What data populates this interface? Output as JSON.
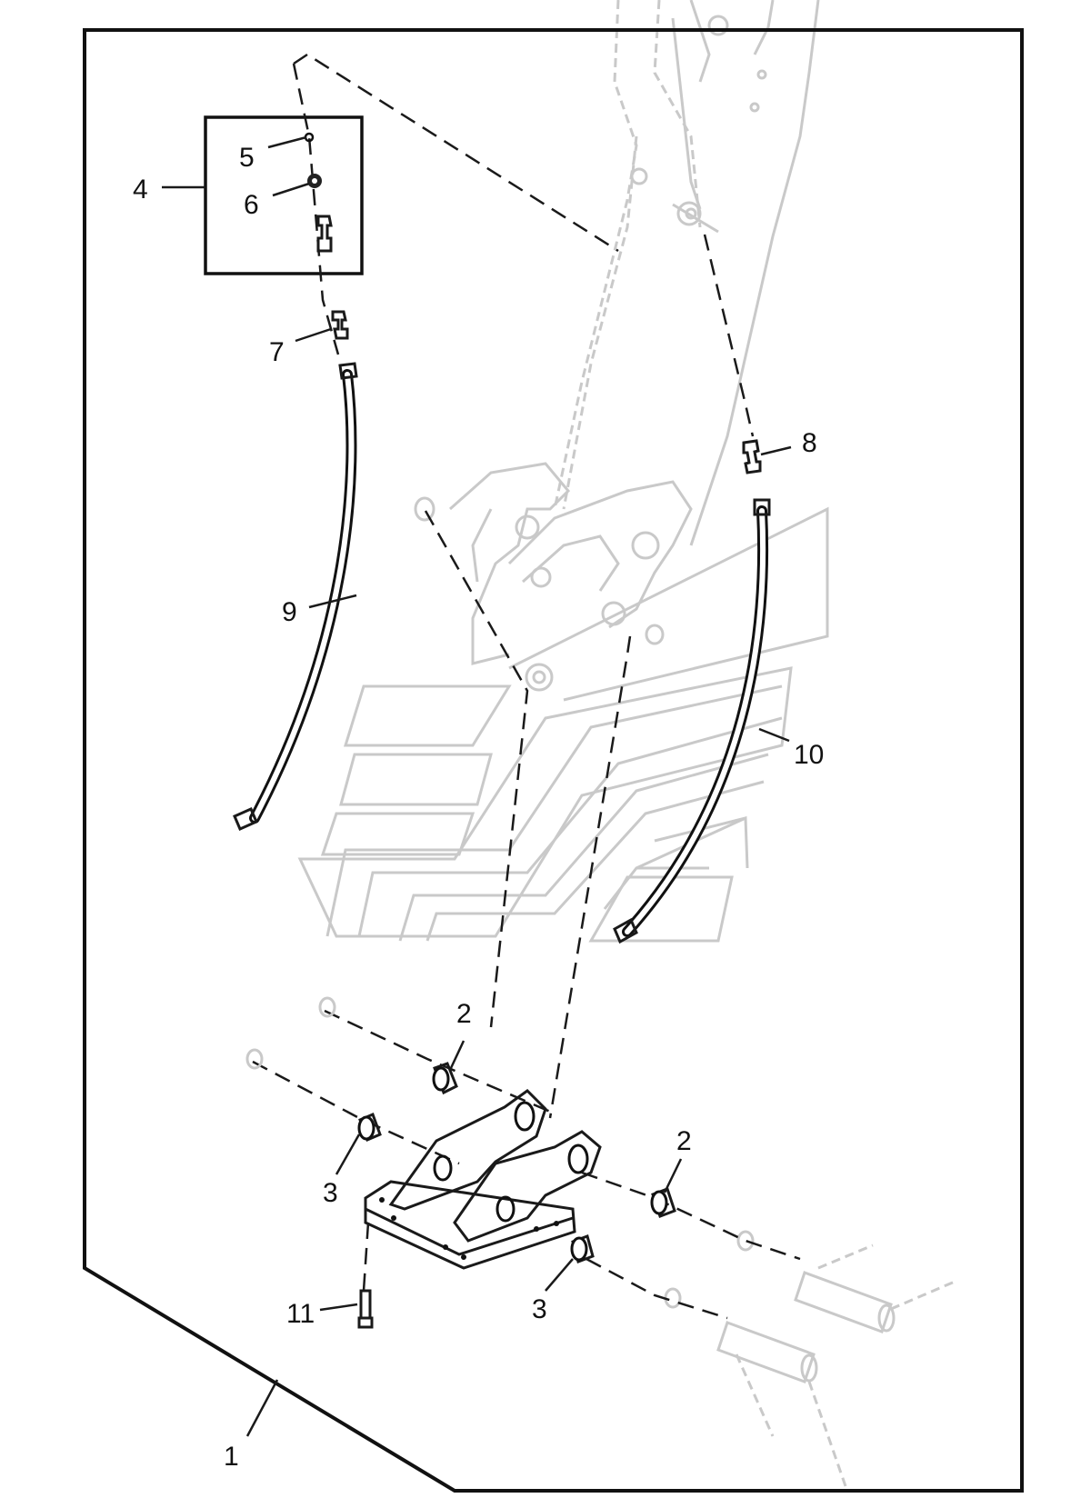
{
  "diagram": {
    "callouts": [
      {
        "id": "c1",
        "label": "1"
      },
      {
        "id": "c2a",
        "label": "2"
      },
      {
        "id": "c2b",
        "label": "2"
      },
      {
        "id": "c3a",
        "label": "3"
      },
      {
        "id": "c3b",
        "label": "3"
      },
      {
        "id": "c4",
        "label": "4"
      },
      {
        "id": "c5",
        "label": "5"
      },
      {
        "id": "c6",
        "label": "6"
      },
      {
        "id": "c7",
        "label": "7"
      },
      {
        "id": "c8",
        "label": "8"
      },
      {
        "id": "c9",
        "label": "9"
      },
      {
        "id": "c10",
        "label": "10"
      },
      {
        "id": "c11",
        "label": "11"
      }
    ]
  }
}
